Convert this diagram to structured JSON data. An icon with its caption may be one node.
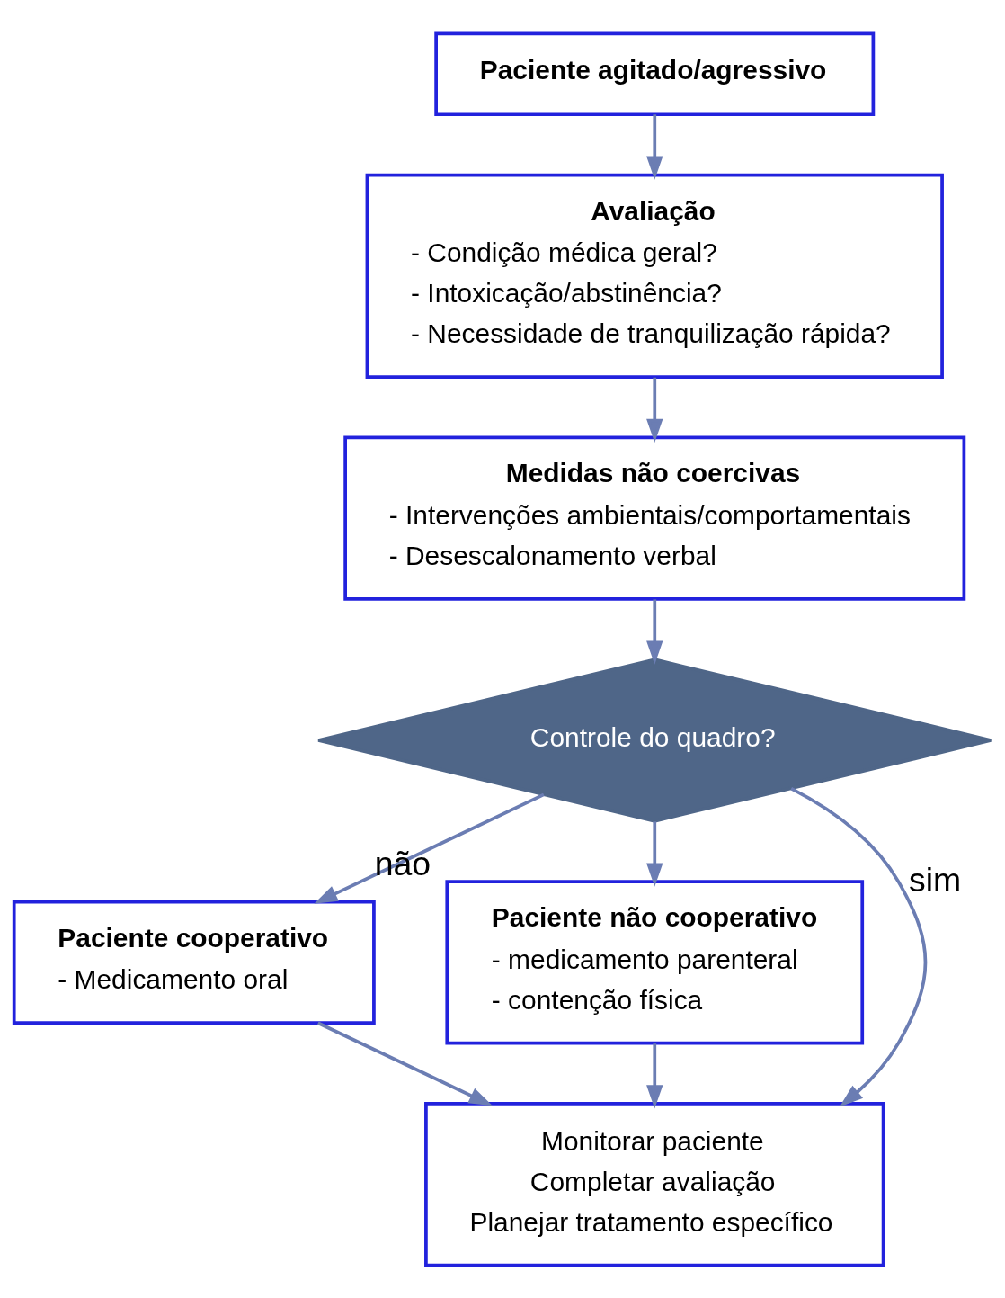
{
  "diagram": {
    "nodes": [
      {
        "text": [
          "Paciente agitado/agressivo"
        ]
      },
      {
        "text": [
          "Avaliação",
          "- Condição médica geral?",
          "- Intoxicação/abstinência?",
          "- Necessidade de tranquilização rápida?"
        ]
      },
      {
        "text": [
          "Medidas não coercivas",
          "- Intervenções ambientais/comportamentais",
          "- Desescalonamento verbal"
        ]
      },
      {
        "text": [
          "Controle do quadro?"
        ]
      },
      {
        "text": [
          "Paciente cooperativo",
          "- Medicamento oral"
        ]
      },
      {
        "text": [
          "Paciente não cooperativo",
          "- medicamento parenteral",
          "- contenção física"
        ]
      },
      {
        "text": [
          "Monitorar paciente",
          "Completar avaliação",
          "Planejar tratamento específico"
        ]
      }
    ],
    "edges": [
      {
        "from": 0,
        "to": 1,
        "arrow": "to"
      },
      {
        "from": 1,
        "to": 2,
        "arrow": "to"
      },
      {
        "from": 2,
        "to": 3,
        "arrow": "to"
      },
      {
        "from": 3,
        "to": 6,
        "label": "sim",
        "arrow": "to"
      },
      {
        "from": 3,
        "to": 4,
        "label": "não",
        "arrow": "to"
      },
      {
        "from": 3,
        "to": 5,
        "arrow": "to"
      },
      {
        "from": 4,
        "to": 6,
        "arrow": "to"
      },
      {
        "from": 5,
        "to": 6,
        "arrow": "to"
      }
    ]
  }
}
